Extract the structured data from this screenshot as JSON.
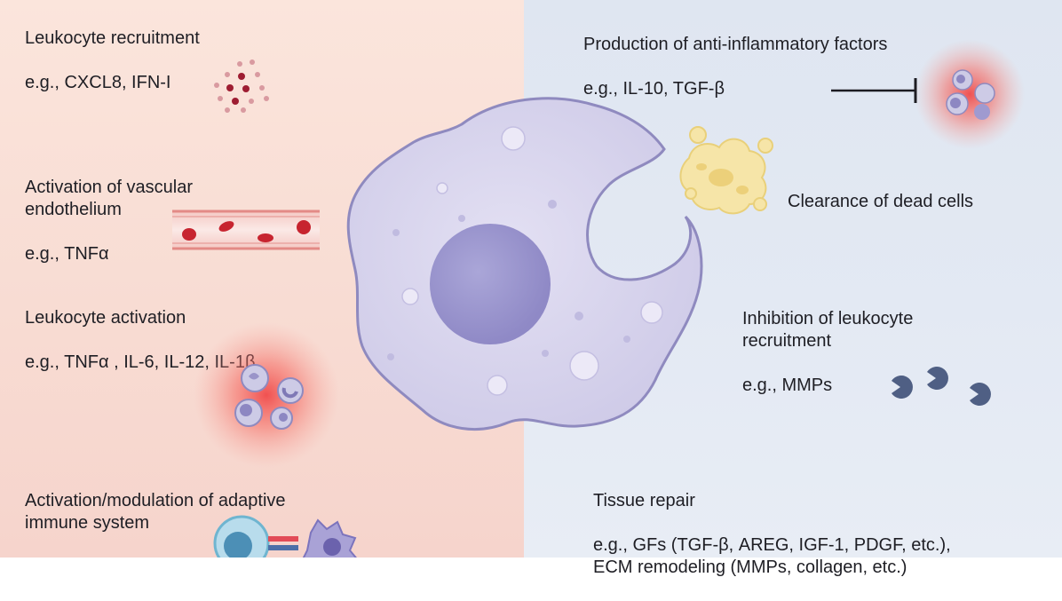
{
  "left_items": [
    {
      "title": "Leukocyte recruitment",
      "example": "e.g., CXCL8, IFN-I"
    },
    {
      "title": "Activation of vascular\nendothelium",
      "example": "e.g., TNFα"
    },
    {
      "title": "Leukocyte activation",
      "example": "e.g., TNFα , IL-6, IL-12, IL-1β"
    },
    {
      "title": "Activation/modulation of adaptive\nimmune system",
      "example": ""
    }
  ],
  "right_items": [
    {
      "title": "Production of anti-inflammatory factors",
      "example": "e.g., IL-10, TGF-β"
    },
    {
      "title": "Clearance of dead cells",
      "example": ""
    },
    {
      "title": "Inhibition of leukocyte\nrecruitment",
      "example": "e.g., MMPs"
    },
    {
      "title": "Tissue repair",
      "example": "e.g., GFs (TGF-β, AREG, IGF-1, PDGF, etc.),\nECM remodeling (MMPs, collagen, etc.)"
    }
  ],
  "icons": [
    "chemokine-dots-icon",
    "blood-vessel-icon",
    "activated-leukocytes-icon",
    "adaptive-immune-cells-icon",
    "inhibition-arrow-icon",
    "suppressed-leukocytes-icon",
    "dead-cell-debris-icon",
    "mmp-enzyme-icon",
    "macrophage-icon"
  ],
  "colors": {
    "left_bg": "#f8dcd3",
    "right_bg": "#e3e9f3",
    "macrophage": "#d9d5ee",
    "nucleus": "#a39ed3",
    "rbc": "#c7242f",
    "mmp": "#4f5f84"
  }
}
